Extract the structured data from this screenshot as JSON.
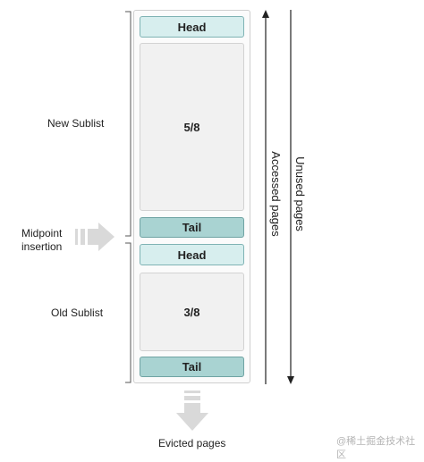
{
  "new_sublist": {
    "label": "New Sublist",
    "head": "Head",
    "body": "5/8",
    "tail": "Tail"
  },
  "old_sublist": {
    "label": "Old Sublist",
    "head": "Head",
    "body": "3/8",
    "tail": "Tail"
  },
  "midpoint_label_line1": "Midpoint",
  "midpoint_label_line2": "insertion",
  "accessed_pages": "Accessed pages",
  "unused_pages": "Unused pages",
  "evicted_pages": "Evicted pages",
  "watermark": "@稀土掘金技术社区",
  "colors": {
    "teal_light": "#d7eeee",
    "teal_dark": "#a9d3d2",
    "grey_box": "#f1f1f1",
    "arrow_grey": "#d9d9d9"
  }
}
